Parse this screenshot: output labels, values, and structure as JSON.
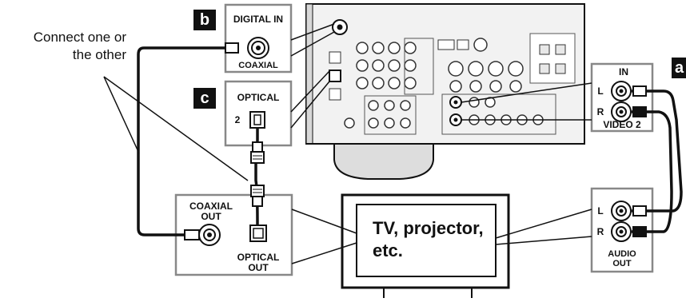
{
  "note": {
    "line1": "Connect one or",
    "line2": "the other"
  },
  "badges": {
    "a": "a",
    "b": "b",
    "c": "c"
  },
  "digital_in": {
    "title": "DIGITAL IN",
    "sub": "COAXIAL"
  },
  "optical_in": {
    "title": "OPTICAL",
    "num": "2"
  },
  "video2": {
    "in": "IN",
    "l": "L",
    "r": "R",
    "title": "VIDEO 2"
  },
  "audio_out": {
    "l": "L",
    "r": "R",
    "line1": "AUDIO",
    "line2": "OUT"
  },
  "source_out": {
    "coax1": "COAXIAL",
    "coax2": "OUT",
    "opt1": "OPTICAL",
    "opt2": "OUT"
  },
  "tv": {
    "line1": "TV, projector,",
    "line2": "etc."
  }
}
